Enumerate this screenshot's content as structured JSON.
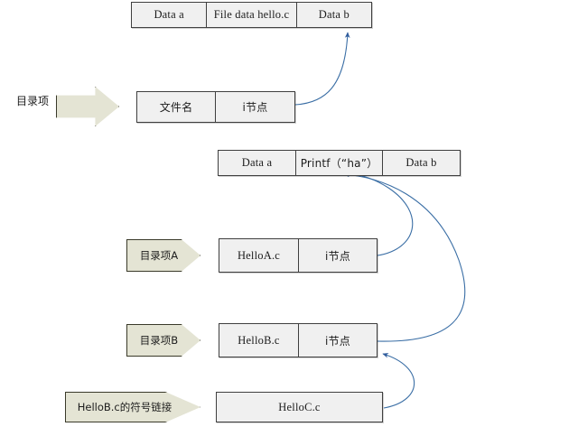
{
  "diagram": {
    "title": "Linux file directory entry and i-node / symbolic link relationship",
    "accent_color": "#3a6ea5",
    "box_fill": "#f0f0f0",
    "box_border": "#3f3f3f",
    "arrow_fill": "#e4e4d4"
  },
  "records": {
    "top_file_block": {
      "cells": [
        "Data a",
        "File data  hello.c",
        "Data b"
      ]
    },
    "dir_entry_row": {
      "cells": [
        "文件名",
        "i节点"
      ]
    },
    "printf_block": {
      "cells": [
        "Data a",
        "Printf（“ha”）",
        "Data b"
      ]
    },
    "hello_a_row": {
      "cells": [
        "HelloA.c",
        "i节点"
      ]
    },
    "hello_b_row": {
      "cells": [
        "HelloB.c",
        "i节点"
      ]
    },
    "hello_c_row": {
      "cells": [
        "HelloC.c"
      ]
    }
  },
  "labels": {
    "dir_entry": "目录项",
    "dir_entry_a": "目录项A",
    "dir_entry_b": "目录项B",
    "symlink": "HelloB.c的符号链接"
  }
}
